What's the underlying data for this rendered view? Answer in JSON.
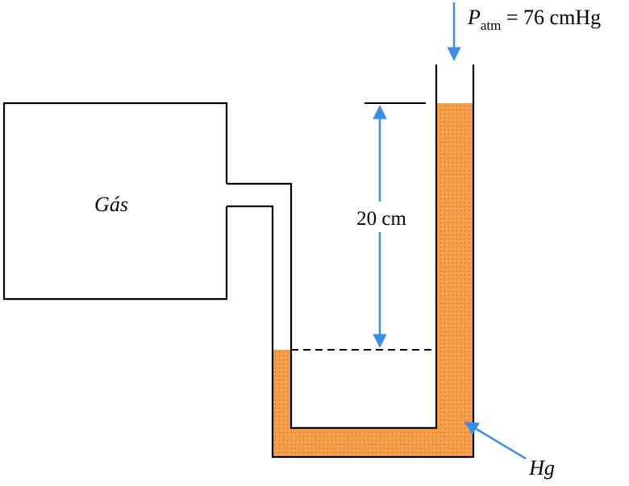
{
  "labels": {
    "gas": "Gás",
    "height": "20 cm",
    "patm_symbol": "P",
    "patm_subscript": "atm",
    "patm_value": " = 76 cmHg",
    "mercury": "Hg"
  },
  "colors": {
    "mercury": "#f5a04a",
    "arrow": "#3a8ee6",
    "outline": "#000000"
  }
}
